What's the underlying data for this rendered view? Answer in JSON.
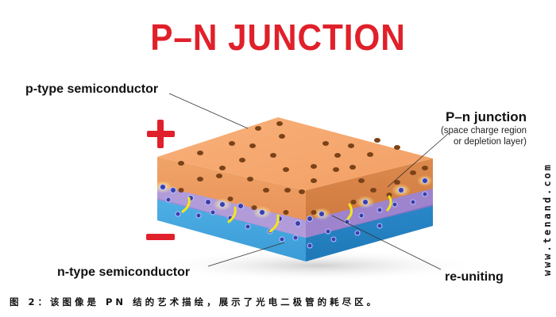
{
  "title": "P–N  JUNCTION",
  "labels": {
    "p_type": "p-type semiconductor",
    "n_type": "n-type semiconductor",
    "junction_title": "P–n junction",
    "junction_sub_1": "(space charge region",
    "junction_sub_2": "or depletion layer)",
    "reuniting": "re-uniting"
  },
  "symbols": {
    "positive": "plus-sign",
    "negative": "minus-sign"
  },
  "colors": {
    "title": "#e0202a",
    "p_layer": "#f2a66e",
    "n_layer": "#3a9fd8",
    "depletion": "#9b7fd0",
    "arrows": "#f4e61c",
    "holes": "#7a4218",
    "electrons": "#3b3fa8"
  },
  "caption": "图 2：该图像是 PN 结的艺术描绘，展示了光电二极管的耗尽区。",
  "watermark": "www.tenand.com"
}
